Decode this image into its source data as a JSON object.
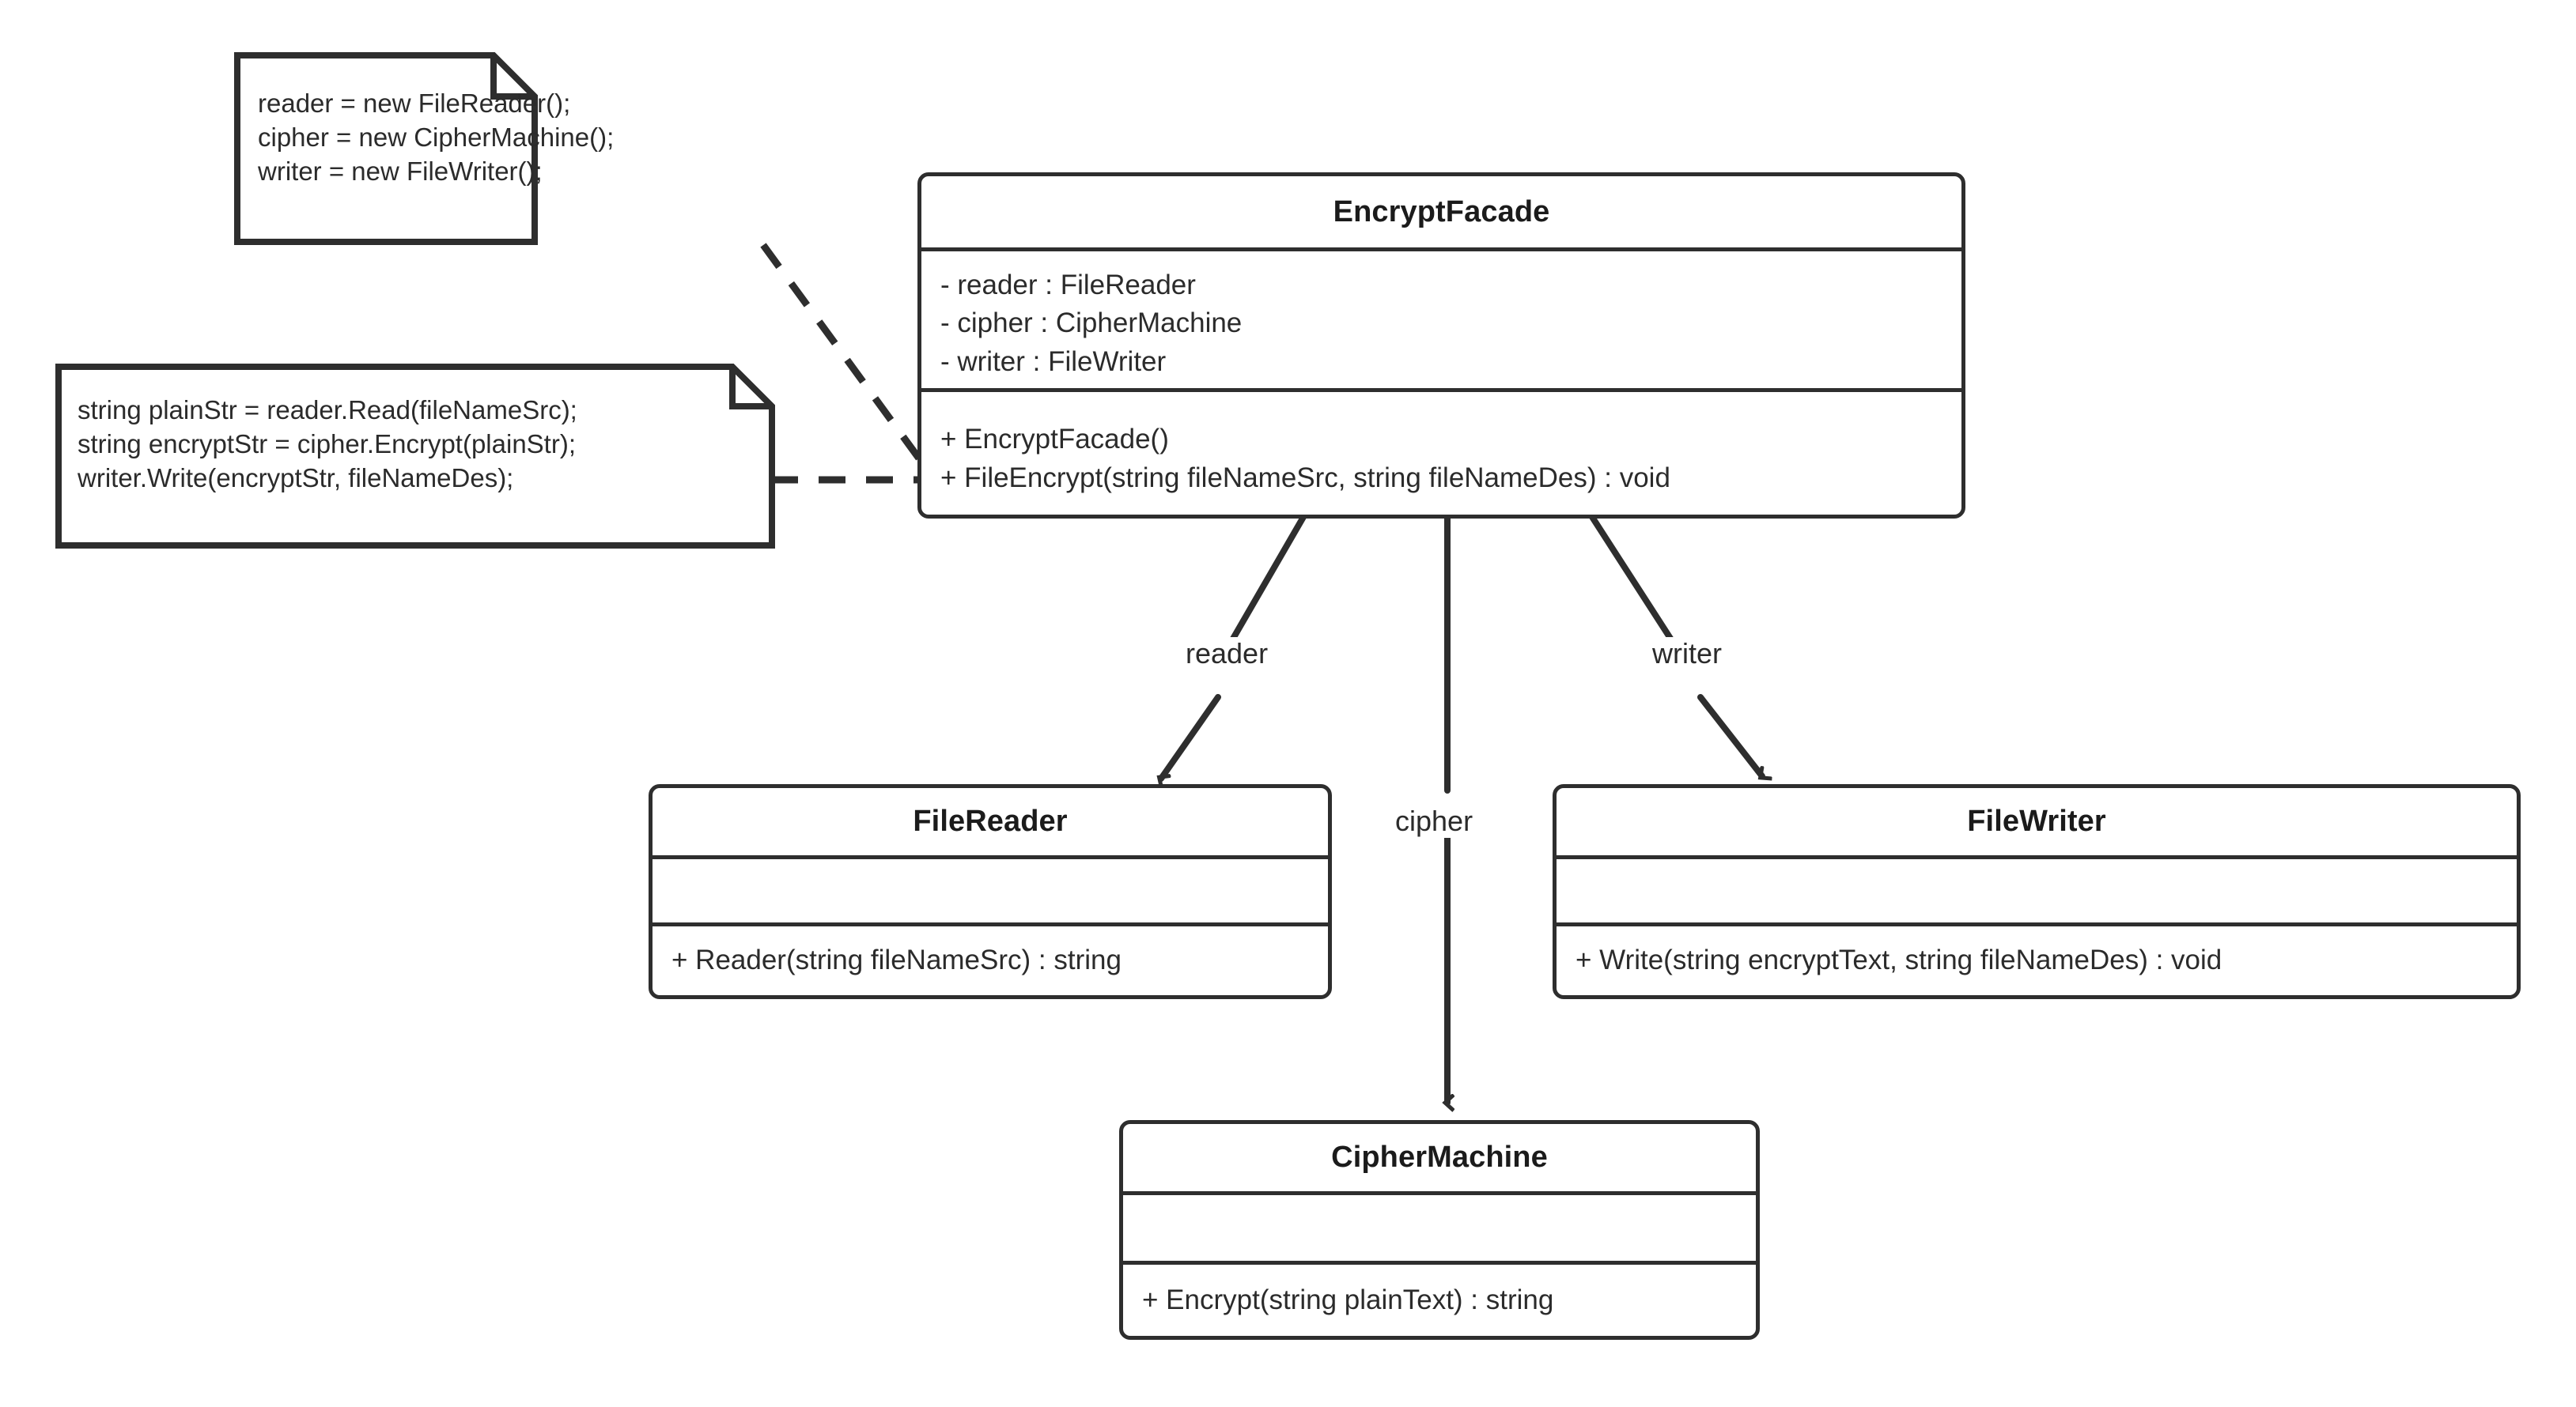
{
  "diagram": {
    "title": "EncryptFacade UML class diagram",
    "colors": {
      "stroke": "#2e2e2e",
      "text": "#2b2b2b",
      "background": "#ffffff"
    },
    "notes": [
      {
        "id": "note-constructor",
        "lines": [
          "reader = new FileReader();",
          "cipher = new CipherMachine();",
          "writer = new FileWriter();"
        ]
      },
      {
        "id": "note-fileencrypt",
        "lines": [
          "string plainStr = reader.Read(fileNameSrc);",
          "string encryptStr = cipher.Encrypt(plainStr);",
          "writer.Write(encryptStr, fileNameDes);"
        ]
      }
    ],
    "classes": [
      {
        "id": "encrypt-facade",
        "name": "EncryptFacade",
        "attributes": [
          "- reader : FileReader",
          "- cipher : CipherMachine",
          "- writer : FileWriter"
        ],
        "operations": [
          "+ EncryptFacade()",
          "+ FileEncrypt(string fileNameSrc, string fileNameDes) : void"
        ]
      },
      {
        "id": "file-reader",
        "name": "FileReader",
        "attributes": [],
        "operations": [
          "+ Reader(string fileNameSrc) : string"
        ]
      },
      {
        "id": "file-writer",
        "name": "FileWriter",
        "attributes": [],
        "operations": [
          "+ Write(string encryptText, string fileNameDes) : void"
        ]
      },
      {
        "id": "cipher-machine",
        "name": "CipherMachine",
        "attributes": [],
        "operations": [
          "+ Encrypt(string plainText) : string"
        ]
      }
    ],
    "associations": [
      {
        "id": "assoc-reader",
        "label": "reader",
        "from": "encrypt-facade",
        "to": "file-reader"
      },
      {
        "id": "assoc-cipher",
        "label": "cipher",
        "from": "encrypt-facade",
        "to": "cipher-machine"
      },
      {
        "id": "assoc-writer",
        "label": "writer",
        "from": "encrypt-facade",
        "to": "file-writer"
      }
    ]
  }
}
